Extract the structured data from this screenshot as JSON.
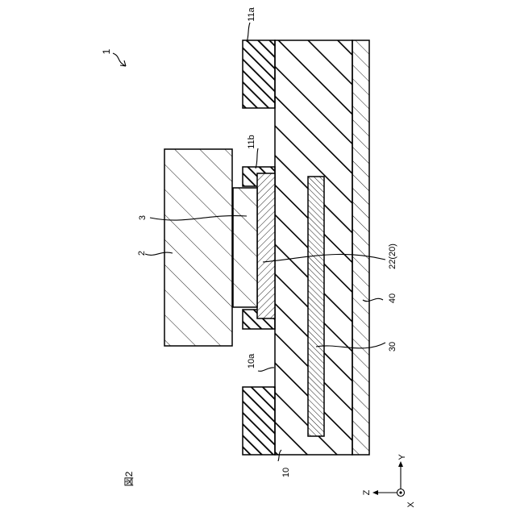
{
  "figure": {
    "title": "図2",
    "ref_device": "1"
  },
  "labels": {
    "layer_10": "10",
    "surface_10a": "10a",
    "resist_11a": "11a",
    "resist_11b": "11b",
    "component_2": "2",
    "component_3": "3",
    "electrode_22": "22(20)",
    "conductor_30": "30",
    "base_40": "40"
  },
  "axes": {
    "x": "X",
    "y": "Y",
    "z": "Z"
  }
}
